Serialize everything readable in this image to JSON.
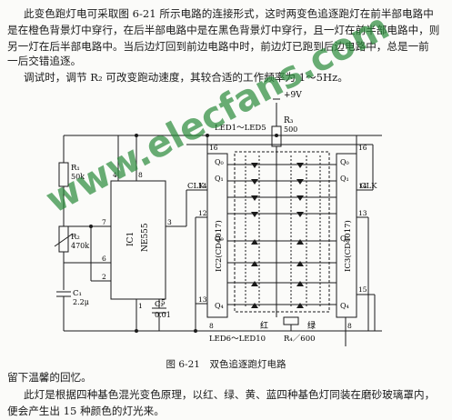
{
  "intro": {
    "line1": "此变色跑灯电可采取图 6-21 所示电路的连接形式，这时两变色追逐跑灯在前半部电路中",
    "line2": "是在橙色背景灯中穿行，在后半部电路中是在黑色背景灯中穿行，且一灯在前半部电路中，则",
    "line3": "另一灯在后半部电路中。当后边灯回到前边电路中时，前边灯已跑到后边电路中，总是一前",
    "line4": "一后交错追逐。"
  },
  "debug_text": "调试时，调节 R₂ 可改变跑动速度，其较合适的工作频率为 1～5Hz。",
  "figure": {
    "vcc": "+9V",
    "r3_name": "R₃",
    "r3_value": "500",
    "led_top_group": "LED1～LED5",
    "led_bottom_group": "LED6～LED10",
    "r1_name": "R₁",
    "r1_value": "50k",
    "r2_name": "R₂",
    "r2_value": "470k",
    "c1_name": "C₁",
    "c1_value": "2.2μ",
    "c2_name": "C₂",
    "c2_value": "0.01",
    "ic1_name": "IC1",
    "ic1_part": "NE555",
    "ic2_label": "IC2(CD4017)",
    "ic3_label": "IC3(CD4017)",
    "clk": "CLK",
    "red": "红",
    "green": "绿",
    "r4_label": "R₄／600",
    "pins": {
      "p4": "4",
      "p8": "8",
      "p2": "2",
      "p6": "6",
      "p7": "7",
      "p1": "1",
      "p5": "5",
      "p3": "3",
      "p16": "16",
      "p14": "14",
      "p12": "12",
      "p13": "13",
      "p15": "15"
    },
    "q_left": [
      "Q₀",
      "Q₁",
      "Q₉"
    ],
    "q_left_bottom": "Q₄",
    "q_right": [
      "Q₀",
      "Q₁",
      "Q₉",
      "Q₄"
    ],
    "caption": "图 6-21　双色追逐跑灯电路"
  },
  "after_figure": "留下温馨的回忆。",
  "para_last": {
    "line1": "此灯是根据四种基色混光变色原理，以红、绿、黄、蓝四种基色灯同装在磨砂玻璃罩内，",
    "line2": "便会产生出 15 种颜色的灯光来。"
  },
  "watermark": "www.elecfans.com"
}
